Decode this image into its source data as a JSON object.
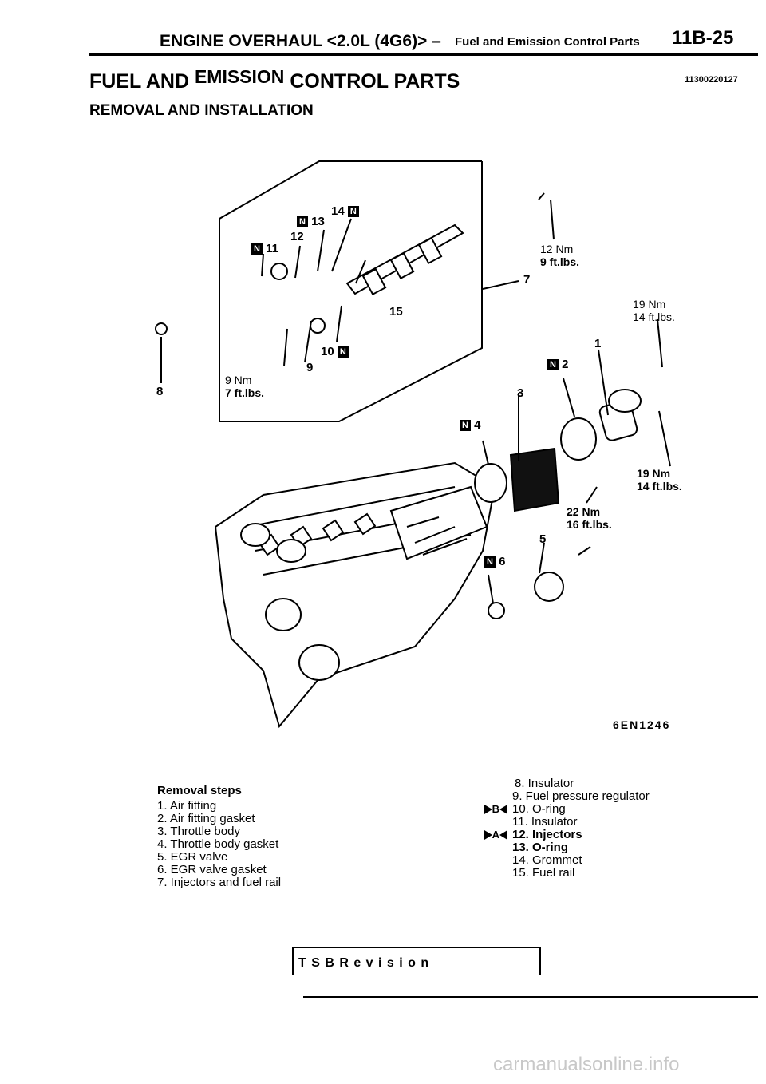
{
  "header": {
    "title": "ENGINE OVERHAUL <2.0L (4G6)> –",
    "subtitle": "Fuel and Emission Control Parts",
    "page_number": "11B-25"
  },
  "section": {
    "title_part1": "FUEL AND",
    "title_part2": "EMISSION",
    "title_part3": "CONTROL PARTS",
    "code": "11300220127",
    "subtitle": "REMOVAL AND INSTALLATION"
  },
  "diagram": {
    "figure_id": "6EN1246",
    "n_mark": "N",
    "callouts": [
      "1",
      "2",
      "3",
      "4",
      "5",
      "6",
      "7",
      "8",
      "9",
      "10",
      "11",
      "12",
      "13",
      "14",
      "15"
    ],
    "torques": {
      "t1_nm": "12 Nm",
      "t1_ft": "9 ft.lbs.",
      "t2_nm": "19 Nm",
      "t2_ft": "14 ft.lbs.",
      "t3_nm": "9 Nm",
      "t3_ft": "7 ft.lbs.",
      "t4_nm": "19 Nm",
      "t4_ft": "14 ft.lbs.",
      "t5_nm": "22 Nm",
      "t5_ft": "16 ft.lbs."
    }
  },
  "removal_steps": {
    "heading": "Removal steps",
    "left": [
      "1. Air fitting",
      "2. Air fitting gasket",
      "3. Throttle body",
      "4. Throttle body gasket",
      "5. EGR valve",
      "6. EGR valve gasket",
      "7. Injectors and fuel rail"
    ],
    "right": [
      {
        "mark": "",
        "text": "8. Insulator"
      },
      {
        "mark": "",
        "text": "9. Fuel pressure regulator"
      },
      {
        "mark": "B",
        "text": "10. O-ring"
      },
      {
        "mark": "",
        "text": "11. Insulator"
      },
      {
        "mark": "A",
        "text": "12. Injectors"
      },
      {
        "mark": "",
        "text": "13. O-ring"
      },
      {
        "mark": "",
        "text": "14. Grommet"
      },
      {
        "mark": "",
        "text": "15. Fuel rail"
      }
    ]
  },
  "footer": {
    "revision": "T S B R e v i s i o n",
    "watermark": "carmanualsonline.info"
  }
}
